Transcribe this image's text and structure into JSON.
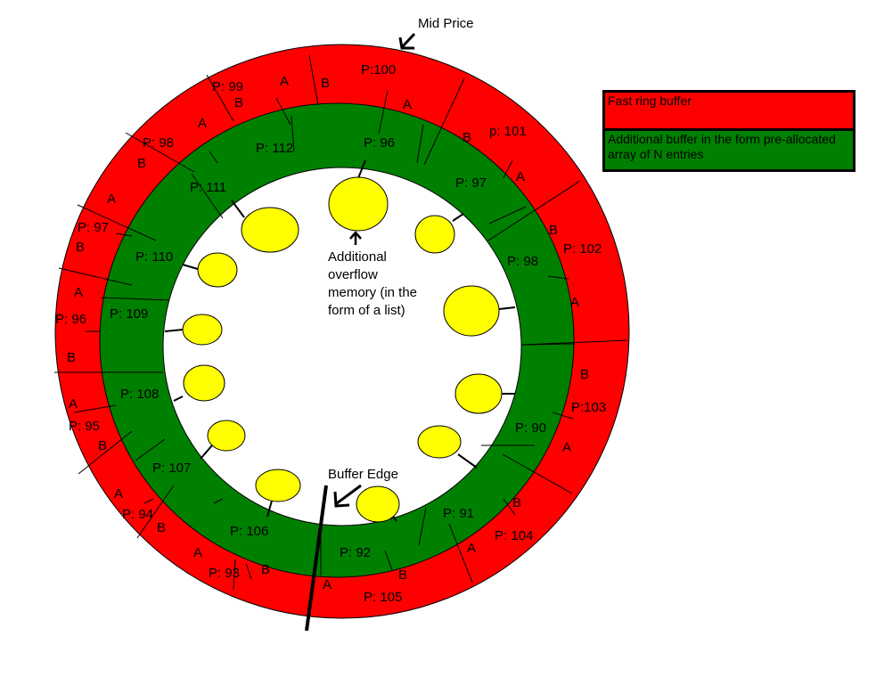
{
  "annotations": {
    "mid_price": "Mid Price",
    "overflow": "Additional overflow memory (in the form of a list)",
    "overflow_lines": [
      "Additional",
      "overflow",
      "memory (in the",
      "form of a list)"
    ],
    "buffer_edge": "Buffer Edge"
  },
  "legend": {
    "fast_ring": "Fast ring buffer",
    "additional": "Additional buffer in the form pre-allocated array of N entries"
  },
  "colors": {
    "outer_ring": "#ff0000",
    "inner_ring": "#008000",
    "overflow_node": "#ffff00",
    "stroke": "#000000"
  },
  "outer_ring": {
    "prices": [
      "P:100",
      "p: 101",
      "P: 102",
      "P:103",
      "P: 104",
      "P: 105",
      "P: 93",
      "P: 94",
      "P: 95",
      "P: 96",
      "P: 97",
      "P: 98",
      "P: 99"
    ],
    "side_labels": [
      "A",
      "B"
    ]
  },
  "inner_ring": {
    "prices": [
      "P: 96",
      "P: 97",
      "P: 98",
      "P: 90",
      "P: 91",
      "P: 92",
      "P: 106",
      "P: 107",
      "P: 108",
      "P: 109",
      "P: 110",
      "P: 111",
      "P: 112"
    ]
  }
}
